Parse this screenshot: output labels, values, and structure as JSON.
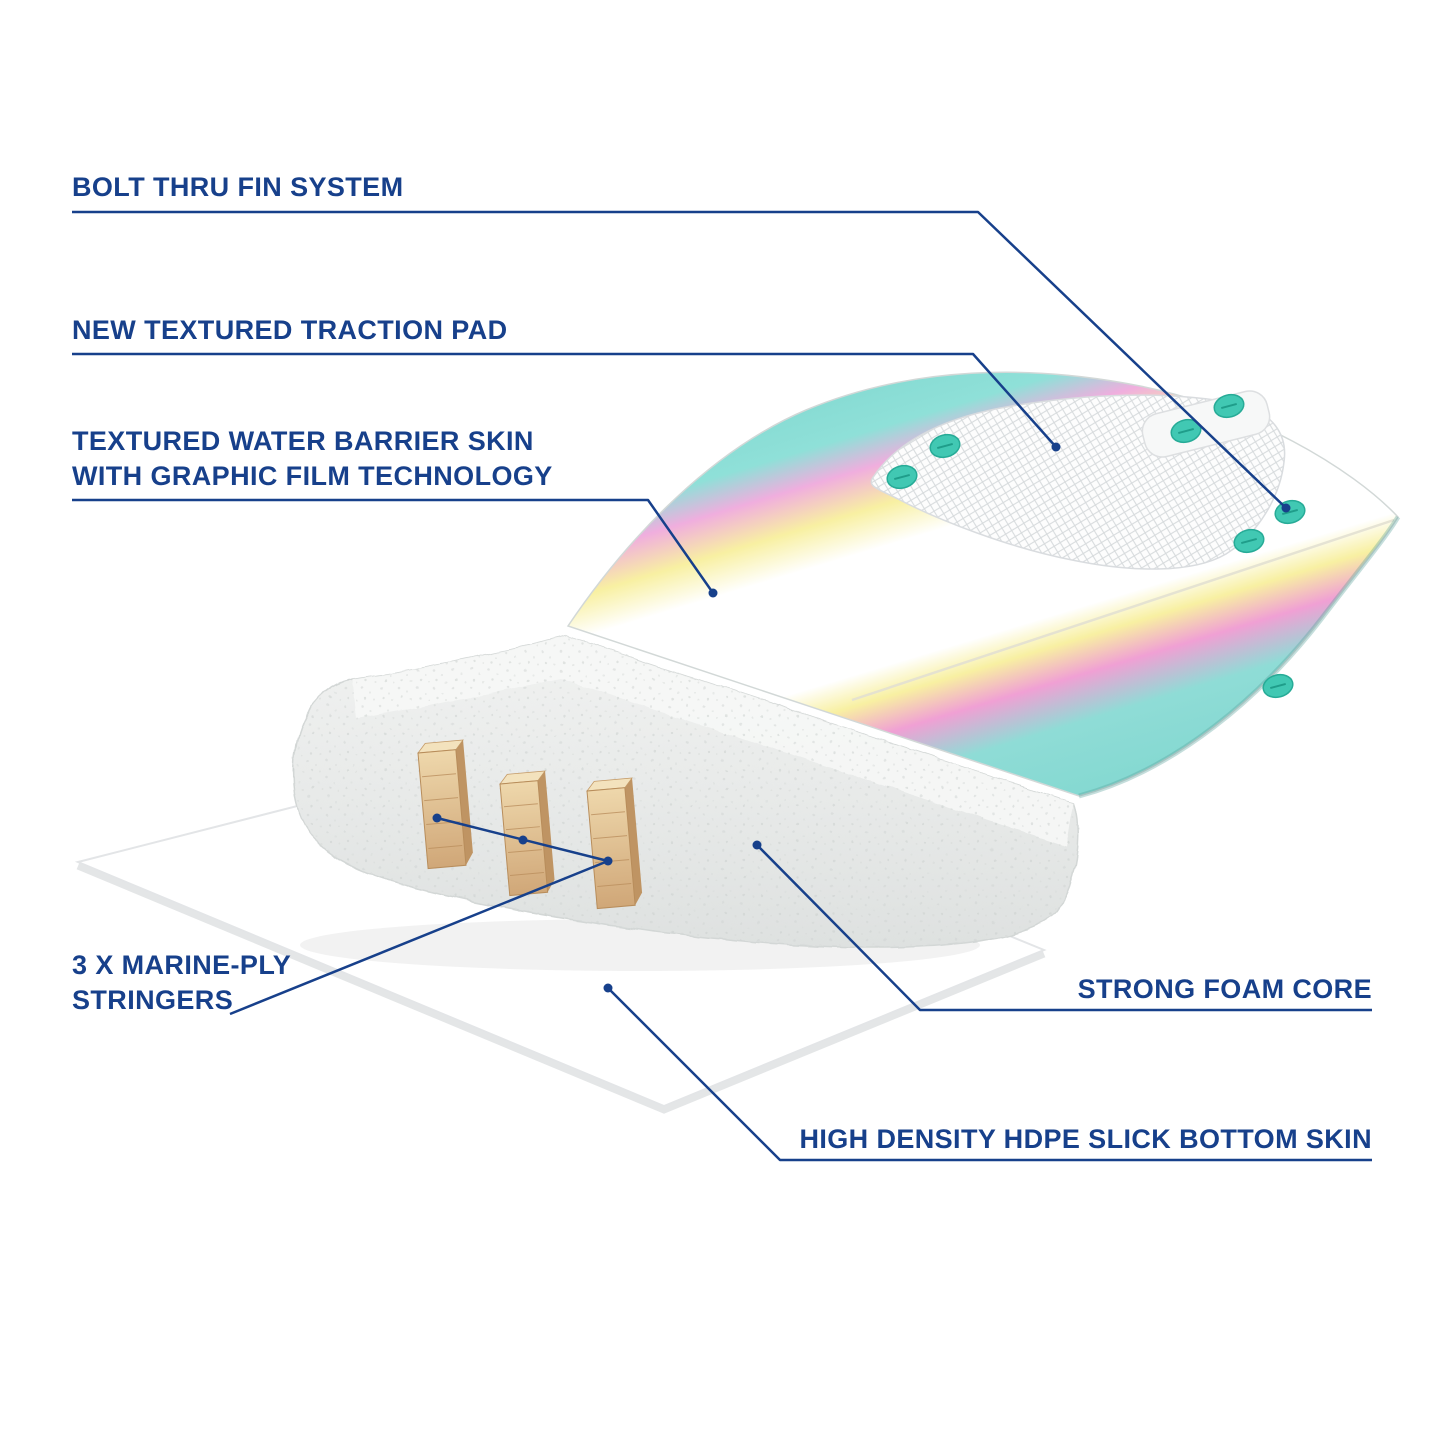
{
  "figure": {
    "subject": "Surfboard construction cutaway diagram",
    "background": "#FFFFFF"
  },
  "callouts": {
    "fin_system": {
      "label": "BOLT THRU FIN SYSTEM"
    },
    "traction_pad": {
      "label": "NEW TEXTURED TRACTION PAD"
    },
    "water_barrier": {
      "line1": "TEXTURED WATER BARRIER SKIN",
      "line2": "WITH GRAPHIC FILM TECHNOLOGY"
    },
    "stringers": {
      "line1": "3 X MARINE-PLY",
      "line2": "STRINGERS"
    },
    "foam_core": {
      "label": "STRONG FOAM CORE"
    },
    "bottom_skin": {
      "label": "HIGH DENSITY HDPE SLICK BOTTOM SKIN"
    }
  },
  "colors": {
    "callout_navy": "#17408B",
    "rail_teal": "#7FD7CF",
    "stripe_pink": "#F0A8D6",
    "stripe_yellow": "#F8F0A2",
    "deck_white": "#FFFFFF",
    "fin_bolt_teal": "#41C8B3",
    "foam_white": "#ECEEED",
    "plywood_tan": "#D8B486"
  },
  "counts": {
    "stringers": 3,
    "fin_bolts": 7
  }
}
